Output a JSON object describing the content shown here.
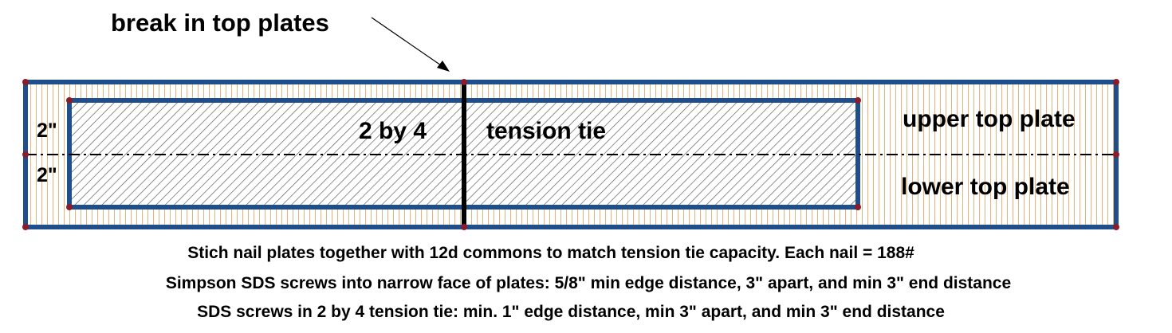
{
  "labels": {
    "break": "break in top plates",
    "upper_plate": "upper top plate",
    "lower_plate": "lower top plate",
    "two_by_four": "2 by 4",
    "tension_tie": "tension tie",
    "dim_upper": "2\"",
    "dim_lower": "2\""
  },
  "notes": [
    "Stich nail plates together with 12d commons to match tension tie capacity. Each nail = 188#",
    "Simpson SDS screws into narrow face of plates: 5/8\" min edge distance, 3\" apart, and min 3\" end distance",
    "SDS screws in 2 by 4 tension tie: min. 1\" edge distance, min 3\" apart, and min 3\" end distance"
  ],
  "colors": {
    "outline": "#1f4e8c",
    "plate_grain": "#e8b27a",
    "hatch": "#555555",
    "corner_dot": "#8b1c2c",
    "break_line": "#000000",
    "centerline": "#000000"
  }
}
